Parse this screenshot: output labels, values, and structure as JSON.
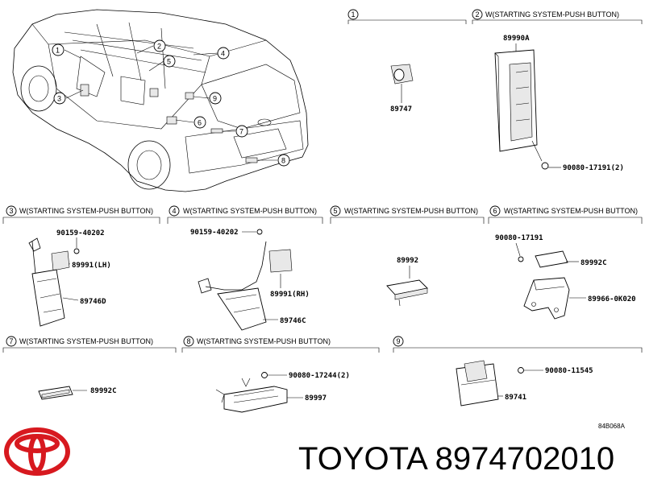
{
  "sections": [
    {
      "num": "1",
      "title": ""
    },
    {
      "num": "2",
      "title": "W(STARTING SYSTEM-PUSH BUTTON)"
    },
    {
      "num": "3",
      "title": "W(STARTING SYSTEM-PUSH BUTTON)"
    },
    {
      "num": "4",
      "title": "W(STARTING SYSTEM-PUSH BUTTON)"
    },
    {
      "num": "5",
      "title": "W(STARTING SYSTEM-PUSH BUTTON)"
    },
    {
      "num": "6",
      "title": "W(STARTING SYSTEM-PUSH BUTTON)"
    },
    {
      "num": "7",
      "title": "W(STARTING SYSTEM-PUSH BUTTON)"
    },
    {
      "num": "8",
      "title": "W(STARTING SYSTEM-PUSH BUTTON)"
    },
    {
      "num": "9",
      "title": ""
    }
  ],
  "car_callouts": [
    "1",
    "2",
    "3",
    "4",
    "5",
    "6",
    "7",
    "8",
    "9"
  ],
  "parts": {
    "s1": [
      "89747"
    ],
    "s2": [
      "89990A",
      "90080-17191(2)"
    ],
    "s3": [
      "90159-40202",
      "89991(LH)",
      "89746D"
    ],
    "s4": [
      "90159-40202",
      "89991(RH)",
      "89746C"
    ],
    "s5": [
      "89992"
    ],
    "s6": [
      "90080-17191",
      "89992C",
      "89966-0K020"
    ],
    "s7": [
      "89992C"
    ],
    "s8": [
      "90080-17244(2)",
      "89997"
    ],
    "s9": [
      "90080-11545",
      "89741"
    ]
  },
  "diagram_code": "84B068A",
  "brand": "TOYOTA 8974702010",
  "logo_icon": "toyota-logo-icon"
}
